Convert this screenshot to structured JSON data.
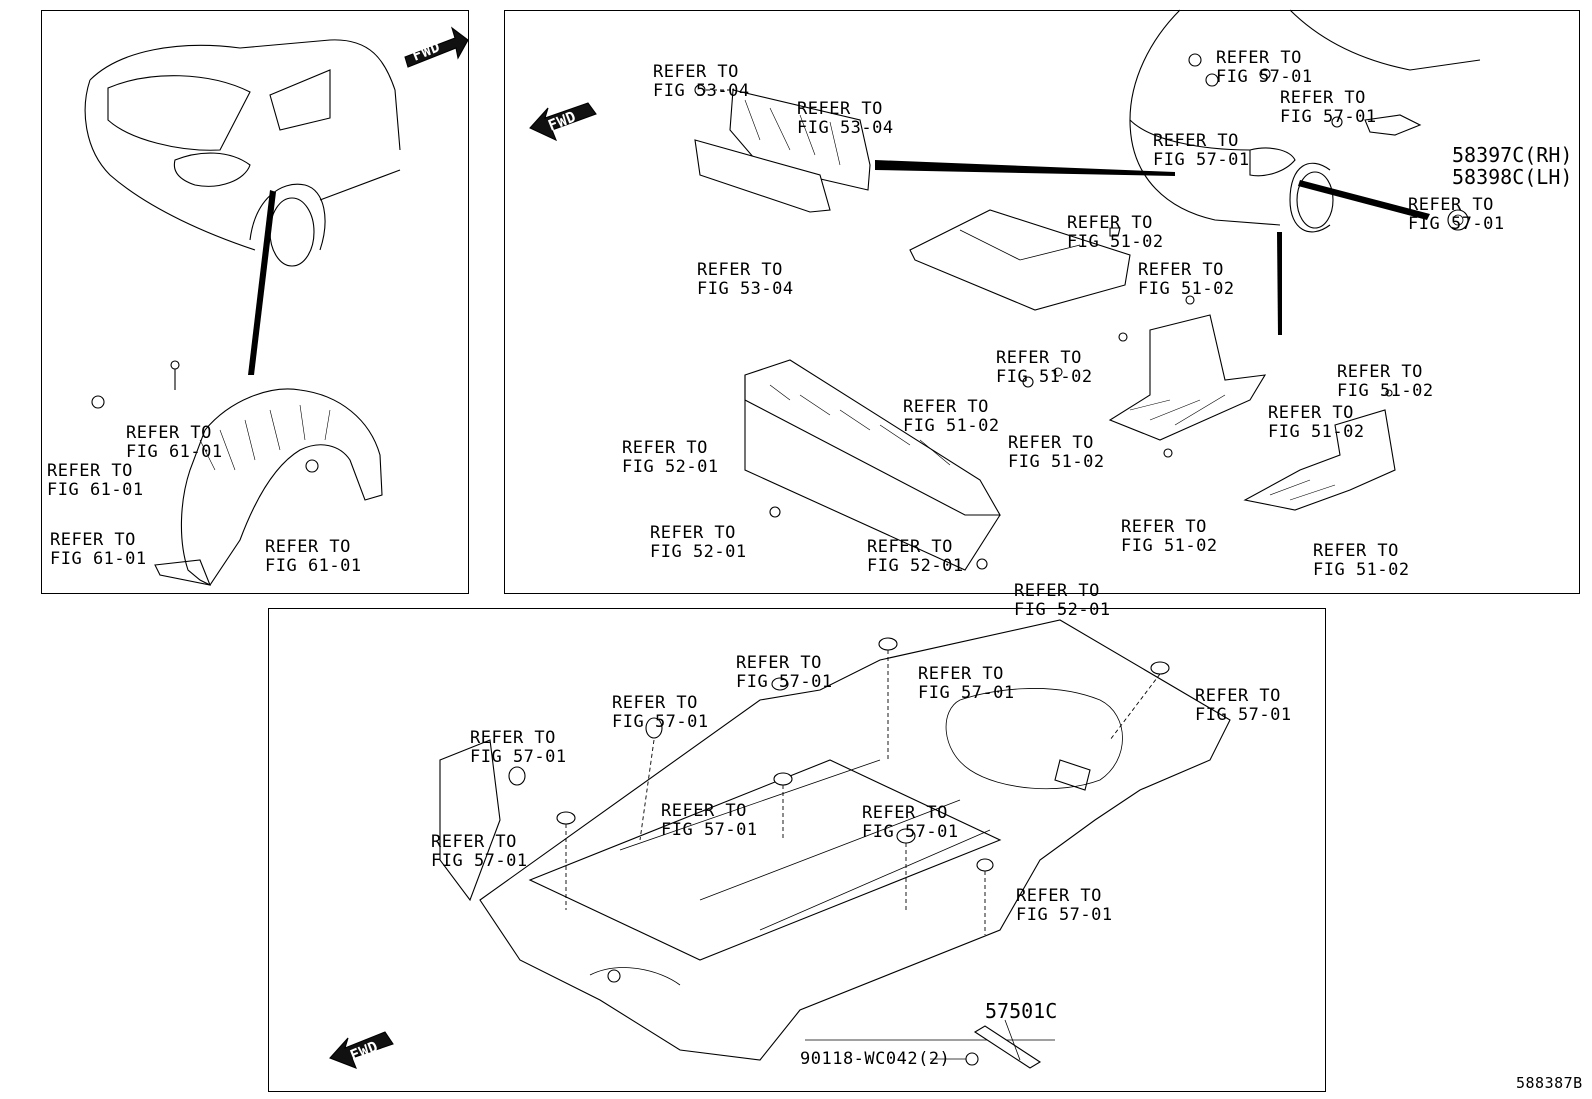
{
  "diagram_code": "588387B",
  "fwd_label": "FWD",
  "panel_left": {
    "labels": [
      [
        "REFER TO",
        "FIG 61-01"
      ],
      [
        "REFER TO",
        "FIG 61-01"
      ],
      [
        "REFER TO",
        "FIG 61-01"
      ],
      [
        "REFER TO",
        "FIG 61-01"
      ]
    ]
  },
  "panel_right": {
    "labels": [
      [
        "REFER TO",
        "FIG 53-04"
      ],
      [
        "REFER TO",
        "FIG 53-04"
      ],
      [
        "REFER TO",
        "FIG 53-04"
      ],
      [
        "REFER TO",
        "FIG 57-01"
      ],
      [
        "REFER TO",
        "FIG 57-01"
      ],
      [
        "REFER TO",
        "FIG 57-01"
      ],
      [
        "REFER TO",
        "FIG 57-01"
      ],
      [
        "REFER TO",
        "FIG 51-02"
      ],
      [
        "REFER TO",
        "FIG 51-02"
      ],
      [
        "REFER TO",
        "FIG 51-02"
      ],
      [
        "REFER TO",
        "FIG 51-02"
      ],
      [
        "REFER TO",
        "FIG 51-02"
      ],
      [
        "REFER TO",
        "FIG 51-02"
      ],
      [
        "REFER TO",
        "FIG 51-02"
      ],
      [
        "REFER TO",
        "FIG 51-02"
      ],
      [
        "REFER TO",
        "FIG 51-02"
      ],
      [
        "REFER TO",
        "FIG 52-01"
      ],
      [
        "REFER TO",
        "FIG 52-01"
      ],
      [
        "REFER TO",
        "FIG 52-01"
      ],
      [
        "REFER TO",
        "FIG 52-01"
      ]
    ],
    "part_numbers": [
      "58397C(RH)",
      "58398C(LH)"
    ]
  },
  "panel_bottom": {
    "labels": [
      [
        "REFER TO",
        "FIG 57-01"
      ],
      [
        "REFER TO",
        "FIG 57-01"
      ],
      [
        "REFER TO",
        "FIG 57-01"
      ],
      [
        "REFER TO",
        "FIG 57-01"
      ],
      [
        "REFER TO",
        "FIG 57-01"
      ],
      [
        "REFER TO",
        "FIG 57-01"
      ],
      [
        "REFER TO",
        "FIG 57-01"
      ],
      [
        "REFER TO",
        "FIG 57-01"
      ],
      [
        "REFER TO",
        "FIG 57-01"
      ]
    ],
    "part_numbers": [
      "57501C",
      "90118-WC042(2)"
    ]
  }
}
